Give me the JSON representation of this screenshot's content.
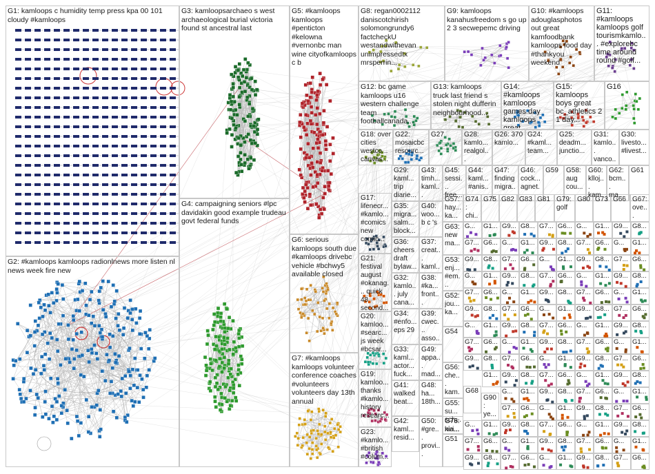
{
  "title": "Kamloops Twitter NodeXL SNA Map",
  "colors": {
    "G1": "#1f2a6b",
    "G2": "#1f6fb4",
    "G3": "#1b6b2a",
    "G4": "#2e9a2e",
    "G5": "#b0242b",
    "G6": "#c98a2a",
    "G7": "#d4a017",
    "edge": "#9a9a9a",
    "box_border": "#c8c8c8"
  },
  "groups": [
    {
      "id": "G1",
      "label": "G1: kamloops c humidity temp press kpa 00 101 cloudy #kamloops"
    },
    {
      "id": "G2",
      "label": "G2: #kamloops kamloops radionlnews more listen nl news week fire new"
    },
    {
      "id": "G3",
      "label": "G3: kamloopsarchaeo s west archaeological burial victoria found st ancestral last"
    },
    {
      "id": "G4",
      "label": "G4: campaigning seniors #lpc davidakin good example trudeau govt federal funds"
    },
    {
      "id": "G5",
      "label": "G5: #kamloops kamloops #penticton #kelowna #vernonbc man wine cityofkamloops c b"
    },
    {
      "id": "G6",
      "label": "G6: serious kamloops south due #kamloops drivebc vehicle #bchwy5 available closed"
    },
    {
      "id": "G7",
      "label": "G7: #kamloops kamloops volunteer conference coaches #volunteers volunteers day 13th annual"
    },
    {
      "id": "G8",
      "label": "G8: regan0002112 daniscotchirish solomongrundy6 factcheckU westandwithevan unimpressedtx mrsperrin..."
    },
    {
      "id": "G9",
      "label": "G9: kamloops kanahusfreedom s go up 2 3 secwepemc driving"
    },
    {
      "id": "G10",
      "label": "G10: #kamloops adouglasphotos out great kamfoodbank kamloops food day #thankyou weekend"
    },
    {
      "id": "G11",
      "label": "G11: #kamloops kamloops golf tourismkamlo... #explorebc time around round #golf..."
    },
    {
      "id": "G12",
      "label": "G12: bc game kamloops u16 western challenge team footballcanada..."
    },
    {
      "id": "G13",
      "label": "G13: kamloops truck last friend s stolen night dufferin neighbourhood..."
    },
    {
      "id": "G14",
      "label": "G14: #kamloops kamloops games day kamloops great..."
    },
    {
      "id": "G15",
      "label": "G15: kamloops boys great bc_athletics 2 1 day..."
    },
    {
      "id": "G16",
      "label": "G16"
    },
    {
      "id": "G17",
      "label": "G17: lifenecr... #kamlo... #comics new comic..."
    },
    {
      "id": "G18",
      "label": "G18: over cities westco... canvas... financi..."
    },
    {
      "id": "G19",
      "label": "G19: kamloo... thanks #kamlo... history researc..."
    },
    {
      "id": "G20",
      "label": "G20: kamloo... #searc... js week #bcsar..."
    },
    {
      "id": "G21",
      "label": "G21: festival august #okanag... quick 48 second..."
    },
    {
      "id": "G22",
      "label": "G22: mosaicbc resourc..."
    },
    {
      "id": "G23",
      "label": "G23: #kamlo... #british #colum..."
    },
    {
      "id": "G24",
      "label": "G24: #kaml... team..."
    },
    {
      "id": "G25",
      "label": "G25: deadm... junctio..."
    },
    {
      "id": "G26",
      "label": "G26: 370 kamlo..."
    },
    {
      "id": "G27",
      "label": "G27"
    },
    {
      "id": "G28",
      "label": "G28: kamlo... realgol..."
    },
    {
      "id": "G29",
      "label": "G29: kaml... trip diarie..."
    },
    {
      "id": "G30",
      "label": "G30: livesto... #livest..."
    },
    {
      "id": "G31",
      "label": "G31: kamlo... vanco..."
    },
    {
      "id": "G32",
      "label": "G32: kamlo... july cana... hatp..."
    },
    {
      "id": "G33",
      "label": "G33: kaml... actor... fuck..."
    },
    {
      "id": "G34",
      "label": "G34: #enfo... eps 29"
    },
    {
      "id": "G35",
      "label": "G35: migra... salm... block..."
    },
    {
      "id": "G36",
      "label": "G36: cheers draft bylaw..."
    },
    {
      "id": "G37",
      "label": "G37: creat... kaml..."
    },
    {
      "id": "G38",
      "label": "G38: #ka... front..."
    },
    {
      "id": "G39",
      "label": "G39: cwec... asso..."
    },
    {
      "id": "G40",
      "label": "G40: woo... b c 's"
    },
    {
      "id": "G41",
      "label": "G41: walked beat..."
    },
    {
      "id": "G42",
      "label": "G42: kaml... resid..."
    },
    {
      "id": "G43",
      "label": "G43: timh... kaml..."
    },
    {
      "id": "G44",
      "label": "G44: kaml... #anis..."
    },
    {
      "id": "G45",
      "label": "G45: sessi... free..."
    },
    {
      "id": "G46",
      "label": "G46: cock... agnet..."
    },
    {
      "id": "G47",
      "label": "G47: finding migra..."
    },
    {
      "id": "G48",
      "label": "G48: ha... 18th..."
    },
    {
      "id": "G49",
      "label": "G49: appa... mad..."
    },
    {
      "id": "G50",
      "label": "G50: #gre... provi..."
    },
    {
      "id": "G51",
      "label": "G51"
    },
    {
      "id": "G52",
      "label": "G52: jou... ka..."
    },
    {
      "id": "G53",
      "label": "G53: enj... #em..."
    },
    {
      "id": "G54",
      "label": "G54"
    },
    {
      "id": "G55",
      "label": "G55: su... sch..."
    },
    {
      "id": "G56",
      "label": "G56: che... kam..."
    },
    {
      "id": "G57",
      "label": "G57: hay... ka..."
    },
    {
      "id": "G58",
      "label": "G58: aug cou..."
    },
    {
      "id": "G59",
      "label": "G59"
    },
    {
      "id": "G60",
      "label": "G60: klloj... kam..."
    },
    {
      "id": "G61",
      "label": "G61"
    },
    {
      "id": "G62",
      "label": "G62: bcm... ma..."
    },
    {
      "id": "G63",
      "label": "G63: new ma..."
    },
    {
      "id": "G66",
      "label": "G66"
    },
    {
      "id": "G67",
      "label": "G67: ove..."
    },
    {
      "id": "G68",
      "label": "G68"
    },
    {
      "id": "G73",
      "label": "G73"
    },
    {
      "id": "G74",
      "label": "G74: chi..."
    },
    {
      "id": "G75",
      "label": "G75"
    },
    {
      "id": "G76",
      "label": "G76: xia..."
    },
    {
      "id": "G78",
      "label": "G78: hiri..."
    },
    {
      "id": "G79",
      "label": "G79: golf"
    },
    {
      "id": "G80",
      "label": "G80"
    },
    {
      "id": "G81",
      "label": "G81"
    },
    {
      "id": "G82",
      "label": "G82"
    },
    {
      "id": "G83",
      "label": "G83"
    },
    {
      "id": "G85",
      "label": "G85: july"
    },
    {
      "id": "G90",
      "label": "G90: ye..."
    },
    {
      "id": "G91",
      "label": "G91"
    },
    {
      "id": "G8x",
      "label": "G8... 20..."
    },
    {
      "id": "G1x",
      "label": "G1... tim..."
    },
    {
      "id": "G9x",
      "label": "G9... gre..."
    }
  ],
  "small_labels": [
    "G...",
    "G1...",
    "G9...",
    "G8...",
    "G7...",
    "G6..."
  ]
}
